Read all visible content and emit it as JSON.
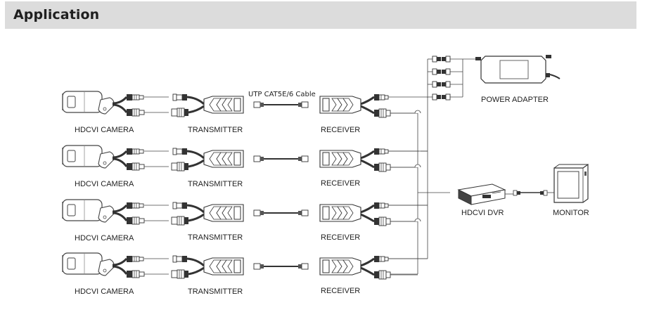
{
  "header": {
    "title": "Application"
  },
  "labels": {
    "camera": "HDCVI CAMERA",
    "transmitter": "TRANSMITTER",
    "receiver": "RECEIVER",
    "cable": "UTP CAT5E/6 Cable",
    "power_adapter": "POWER ADAPTER",
    "dvr": "HDCVI DVR",
    "monitor": "MONITOR"
  },
  "channels": [
    {
      "camera": "HDCVI CAMERA",
      "transmitter": "TRANSMITTER",
      "receiver": "RECEIVER",
      "cable": "UTP CAT5E/6 Cable"
    },
    {
      "camera": "HDCVI CAMERA",
      "transmitter": "TRANSMITTER",
      "receiver": "RECEIVER"
    },
    {
      "camera": "HDCVI CAMERA",
      "transmitter": "TRANSMITTER",
      "receiver": "RECEIVER"
    },
    {
      "camera": "HDCVI CAMERA",
      "transmitter": "TRANSMITTER",
      "receiver": "RECEIVER"
    }
  ]
}
